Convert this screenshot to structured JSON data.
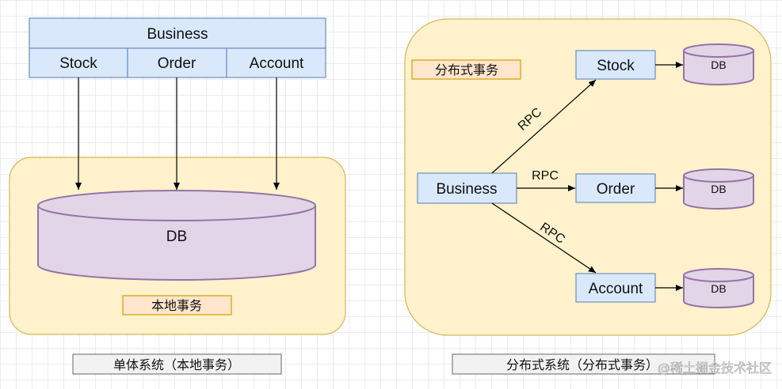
{
  "monolith": {
    "business": "Business",
    "modules": [
      "Stock",
      "Order",
      "Account"
    ],
    "db": "DB",
    "tag": "本地事务",
    "caption": "单体系统（本地事务）"
  },
  "distributed": {
    "tag": "分布式事务",
    "business": "Business",
    "services": [
      "Stock",
      "Order",
      "Account"
    ],
    "rpc_labels": [
      "RPC",
      "RPC",
      "RPC"
    ],
    "dbs": [
      "DB",
      "DB",
      "DB"
    ],
    "caption": "分布式系统（分布式事务）"
  },
  "watermark": "@稀土掘金技术社区",
  "colors": {
    "box_fill": "#dae8fc",
    "box_stroke": "#6c8ebf",
    "db_fill": "#e1d5e7",
    "db_stroke": "#9673a6",
    "zone_fill": "#fff2cc",
    "zone_stroke": "#d6b656",
    "tag_fill": "#ffe6cc",
    "tag_stroke": "#d79b00"
  }
}
